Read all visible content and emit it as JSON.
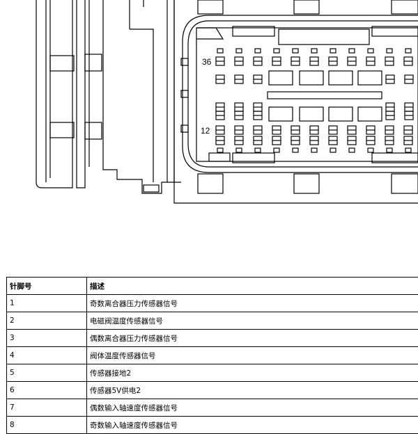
{
  "diagram": {
    "pin_label_top": "36",
    "pin_label_bottom": "12"
  },
  "table": {
    "headers": [
      "针脚号",
      "描述"
    ],
    "rows": [
      {
        "pin": "1",
        "desc": "奇数离合器压力传感器信号"
      },
      {
        "pin": "2",
        "desc": "电磁阀温度传感器信号"
      },
      {
        "pin": "3",
        "desc": "偶数离合器压力传感器信号"
      },
      {
        "pin": "4",
        "desc": "阀体温度传感器信号"
      },
      {
        "pin": "5",
        "desc": "传感器接地2"
      },
      {
        "pin": "6",
        "desc": "传感器5V供电2"
      },
      {
        "pin": "7",
        "desc": "偶数输入轴速度传感器信号"
      },
      {
        "pin": "8",
        "desc": "奇数输入轴速度传感器信号"
      }
    ]
  }
}
